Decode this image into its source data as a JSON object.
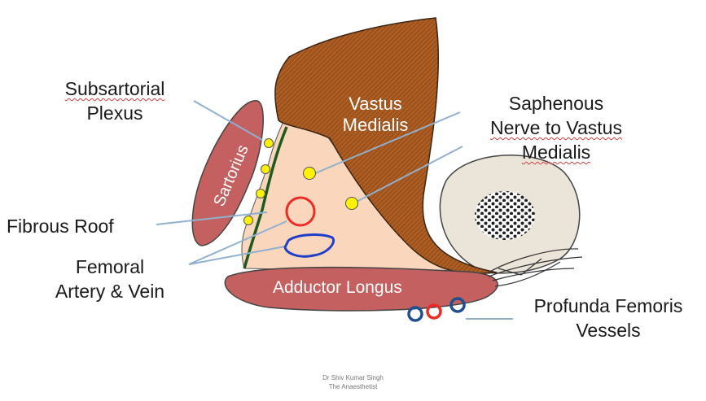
{
  "labels": {
    "subsartorial": [
      "Subsartorial",
      "Plexus"
    ],
    "vastus_medialis": [
      "Vastus",
      "Medialis"
    ],
    "saphenous": [
      "Saphenous",
      "Nerve to Vastus",
      "Medialis"
    ],
    "sartorius": "Sartorius",
    "fibrous_roof": "Fibrous Roof",
    "femoral_vessels": [
      "Femoral",
      "Artery & Vein"
    ],
    "adductor_longus": "Adductor Longus",
    "profunda": [
      "Profunda Femoris",
      "Vessels"
    ]
  },
  "credit": [
    "Dr Shiv Kumar Singh",
    "The Anaesthetist"
  ],
  "colors": {
    "muscle_brown": "#a0521b",
    "muscle_red": "#c46060",
    "canal_fill": "#fad6bd",
    "bone_fill": "#ebe4d8",
    "nerve_yellow": "#fff200",
    "artery_red": "#ee2b24",
    "vein_blue": "#1f3fc9",
    "fascia_green": "#1e5a1e",
    "leader_blue": "#8fb0cf"
  }
}
